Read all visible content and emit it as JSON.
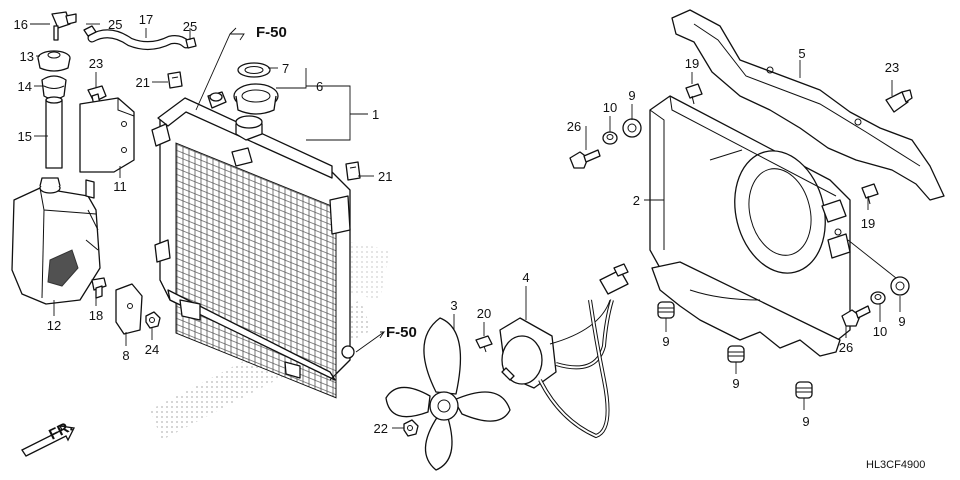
{
  "diagram": {
    "code": "HL3CF4900",
    "direction_label": "FR.",
    "refs": [
      "F-50",
      "F-50"
    ],
    "callouts": [
      "16",
      "25",
      "17",
      "25",
      "13",
      "23",
      "21",
      "14",
      "15",
      "11",
      "12",
      "18",
      "8",
      "24",
      "7",
      "6",
      "1",
      "21",
      "3",
      "20",
      "4",
      "22",
      "26",
      "10",
      "9",
      "19",
      "5",
      "23",
      "2",
      "19",
      "9",
      "10",
      "9",
      "26",
      "9",
      "9"
    ]
  }
}
